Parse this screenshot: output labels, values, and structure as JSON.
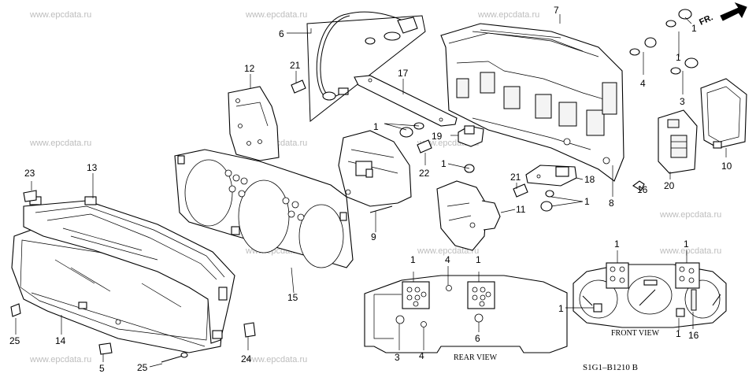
{
  "diagram": {
    "title": "Honda combination meter parts diagram",
    "watermark": "www.epcdata.ru",
    "direction_indicator": "FR.",
    "part_code": "S1G1–B1210 B",
    "views": {
      "rear_view": "REAR VIEW",
      "front_view": "FRONT VIEW"
    },
    "callouts": {
      "c1a": "1",
      "c1b": "1",
      "c1c": "1",
      "c1d": "1",
      "c1e": "1",
      "c1f": "1",
      "c1g": "1",
      "c1h": "1",
      "c1i": "1",
      "c1j": "1",
      "c1k": "1",
      "c3a": "3",
      "c3b": "3",
      "c4a": "4",
      "c4b": "4",
      "c4c": "4",
      "c5": "5",
      "c6a": "6",
      "c6b": "6",
      "c7": "7",
      "c8": "8",
      "c9": "9",
      "c10": "10",
      "c11": "11",
      "c12": "12",
      "c13": "13",
      "c14": "14",
      "c15": "15",
      "c16a": "16",
      "c16b": "16",
      "c17": "17",
      "c18": "18",
      "c19": "19",
      "c20": "20",
      "c21a": "21",
      "c21b": "21",
      "c22": "22",
      "c23": "23",
      "c24": "24",
      "c25a": "25",
      "c25b": "25"
    }
  }
}
